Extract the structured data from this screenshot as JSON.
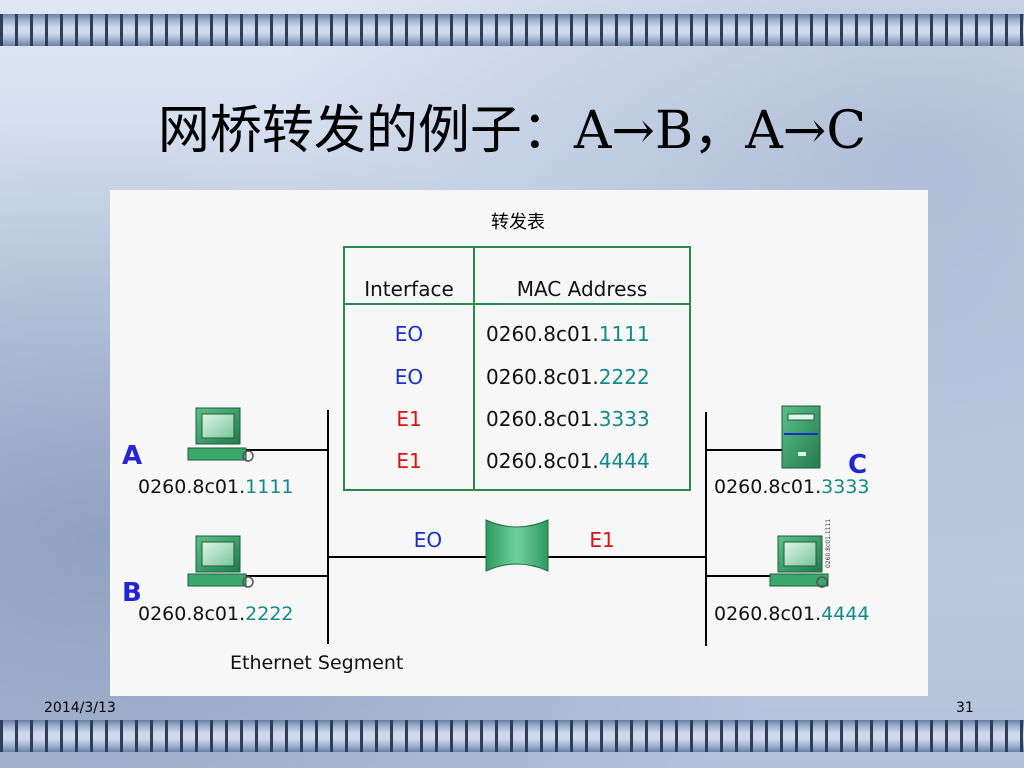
{
  "slide": {
    "title": "网桥转发的例子：A→B，A→C",
    "date": "2014/3/13",
    "page_number": "31"
  },
  "diagram": {
    "table_caption": "转发表",
    "table_headers": {
      "interface": "Interface",
      "mac": "MAC Address"
    },
    "table_rows": [
      {
        "interface": "EO",
        "mac_prefix": "0260.8c01.",
        "mac_suffix": "1111"
      },
      {
        "interface": "EO",
        "mac_prefix": "0260.8c01.",
        "mac_suffix": "2222"
      },
      {
        "interface": "E1",
        "mac_prefix": "0260.8c01.",
        "mac_suffix": "3333"
      },
      {
        "interface": "E1",
        "mac_prefix": "0260.8c01.",
        "mac_suffix": "4444"
      }
    ],
    "hosts": {
      "a": {
        "label": "A",
        "mac_prefix": "0260.8c01.",
        "mac_suffix": "1111"
      },
      "b": {
        "label": "B",
        "mac_prefix": "0260.8c01.",
        "mac_suffix": "2222"
      },
      "c": {
        "label": "C",
        "mac_prefix": "0260.8c01.",
        "mac_suffix": "3333"
      },
      "d": {
        "mac_prefix": "0260.8c01.",
        "mac_suffix": "4444"
      }
    },
    "bridge_ports": {
      "left": "EO",
      "right": "E1"
    },
    "segment_label": "Ethernet Segment",
    "host_tag": "0260.8c01.1111",
    "colors": {
      "e0_blue": "#1a2fc8",
      "e1_red": "#e01010",
      "mac_teal": "#128a8a",
      "letter_blue": "#2323d8",
      "table_border": "#2a8a4a",
      "device_green": "#3aa86a"
    }
  }
}
